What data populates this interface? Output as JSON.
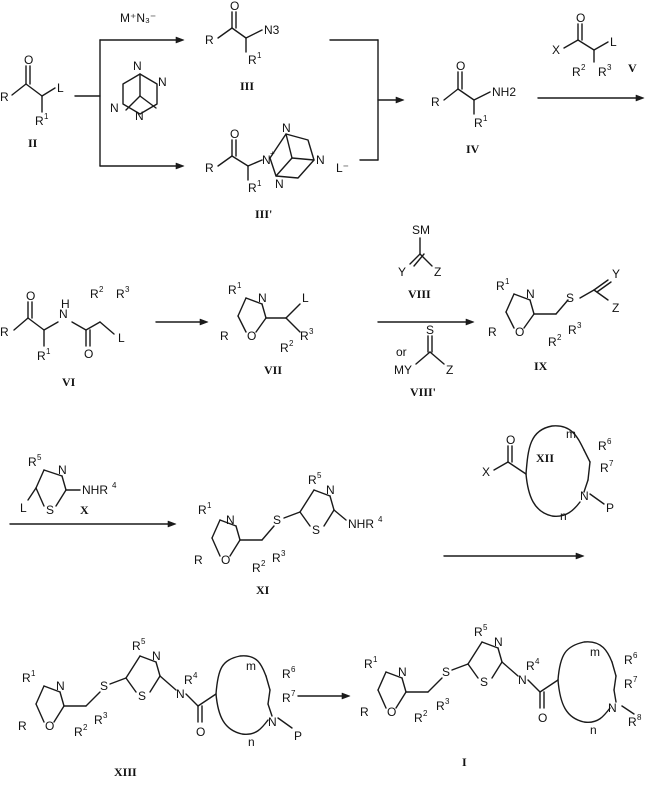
{
  "reagents": {
    "azide": "M⁺N₃⁻",
    "or": "or",
    "leaving_anion": "L⁻"
  },
  "compounds": {
    "II": "II",
    "III": "III",
    "III_prime": "III'",
    "IV": "IV",
    "V": "V",
    "VI": "VI",
    "VII": "VII",
    "VIII": "VIII",
    "VIII_prime": "VIII'",
    "IX": "IX",
    "X": "X",
    "XI": "XI",
    "XII": "XII",
    "XIII": "XIII",
    "I": "I"
  },
  "atoms": {
    "O": "O",
    "N": "N",
    "S": "S",
    "L": "L",
    "R": "R",
    "X": "X",
    "Y": "Y",
    "Z": "Z",
    "P": "P",
    "N3": "N3",
    "NH2": "NH2",
    "NHR": "NHR",
    "SM": "SM",
    "MY": "MY",
    "H": "H",
    "m": "m",
    "n": "n",
    "one": "1",
    "two": "2",
    "three": "3",
    "four": "4",
    "five": "5",
    "six": "6",
    "seven": "7",
    "eight": "8",
    "plus": "+",
    "minus": "-"
  },
  "colors": {
    "ink": "#1a1a1a",
    "background": "#ffffff"
  }
}
